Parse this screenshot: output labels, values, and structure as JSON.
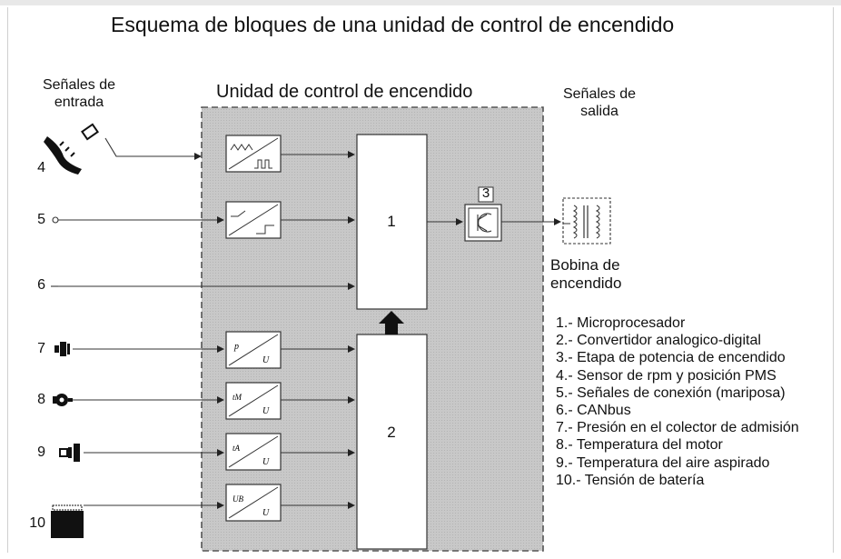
{
  "title": "Esquema de bloques de una unidad de control de encendido",
  "labels": {
    "input_signals": "Señales de entrada",
    "control_unit": "Unidad de control de encendido",
    "output_signals": "Señales de salida",
    "ignition_coil": "Bobina de encendido"
  },
  "block_numbers": {
    "microprocessor": "1",
    "adc": "2",
    "power_stage": "3"
  },
  "input_numbers": [
    "4",
    "5",
    "6",
    "7",
    "8",
    "9",
    "10"
  ],
  "converter_labels": [
    {
      "top": "p",
      "bottom": "U"
    },
    {
      "top": "tM",
      "bottom": "U"
    },
    {
      "top": "tA",
      "bottom": "U"
    },
    {
      "top": "UB",
      "bottom": "U"
    }
  ],
  "legend": [
    "1.- Microprocesador",
    "2.- Convertidor analogico-digital",
    "3.- Etapa de potencia de encendido",
    "4.- Sensor de rpm y posición PMS",
    "5.- Señales de conexión (mariposa)",
    "6.- CANbus",
    "7.- Presión en el colector de admisión",
    "8.- Temperatura del motor",
    "9.- Temperatura del aire aspirado",
    "10.- Tensión de batería"
  ],
  "colors": {
    "unit_fill": "#c9c9c9",
    "line": "#333333",
    "block_fill": "#ffffff"
  }
}
